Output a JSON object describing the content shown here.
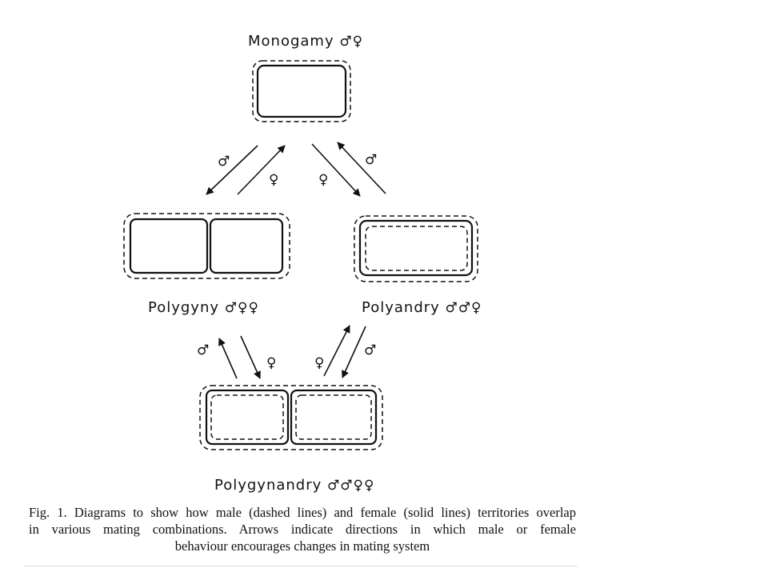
{
  "figure": {
    "monogamy": {
      "name": "Monogamy",
      "sexes": "♂♀"
    },
    "polygyny": {
      "name": "Polygyny",
      "sexes": "♂♀♀"
    },
    "polyandry": {
      "name": "Polyandry",
      "sexes": "♂♂♀"
    },
    "polygynandry": {
      "name": "Polygynandry",
      "sexes": "♂♂♀♀"
    },
    "male_symbol": "♂",
    "female_symbol": "♀"
  },
  "caption": {
    "line1": "Fig. 1. Diagrams to show how male (dashed lines) and female (solid lines) territories overlap",
    "line2": "in various mating combinations. Arrows indicate directions in which male or female",
    "line3": "behaviour encourages changes in mating system"
  }
}
